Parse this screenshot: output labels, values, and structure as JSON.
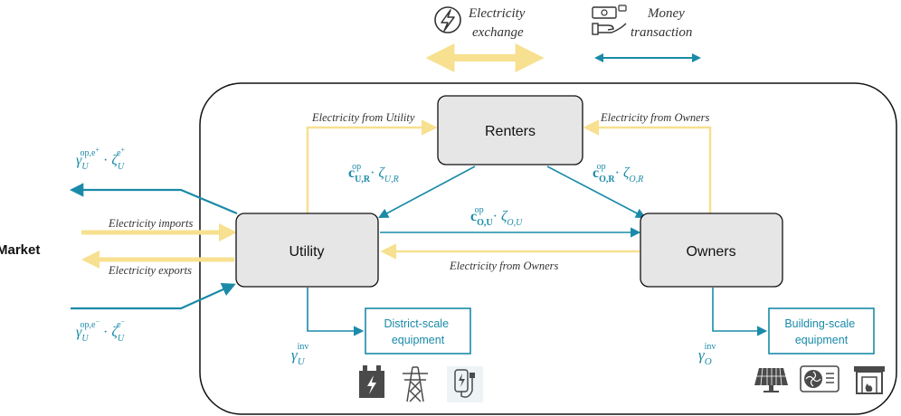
{
  "legend": {
    "electricity_exchange": [
      "Electricity",
      "exchange"
    ],
    "money_transaction": [
      "Money",
      "transaction"
    ]
  },
  "nodes": {
    "market": "Market",
    "renters": "Renters",
    "utility": "Utility",
    "owners": "Owners",
    "district_equipment": [
      "District-scale",
      "equipment"
    ],
    "building_equipment": [
      "Building-scale",
      "equipment"
    ]
  },
  "flows": {
    "electricity_from_utility": "Electricity from Utility",
    "electricity_from_owners_top": "Electricity from Owners",
    "electricity_imports": "Electricity imports",
    "electricity_exports": "Electricity exports",
    "electricity_from_owners_bottom": "Electricity from Owners"
  },
  "math": {
    "gamma": "γ",
    "zeta": "ζ",
    "cdot": " · ",
    "c": "c",
    "op": "op",
    "inv": "inv",
    "op_e_plus": "op,e",
    "plus": "+",
    "minus": "−",
    "e_plus": "e",
    "U": "U",
    "O": "O",
    "U_R": "U,R",
    "O_R": "O,R",
    "O_U": "O,U",
    "UR_bold": "U,R",
    "OR_bold": "O,R",
    "OU_bold": "O,U"
  },
  "colors": {
    "electricity": "#f7e08f",
    "money": "#1a8aa8",
    "node_fill": "#e6e6e6",
    "border": "#111111"
  },
  "icons": [
    "lightning-icon",
    "money-hand-icon",
    "battery-icon",
    "transmission-tower-icon",
    "ev-charger-icon",
    "solar-panel-icon",
    "heat-pump-icon",
    "fireplace-icon"
  ]
}
